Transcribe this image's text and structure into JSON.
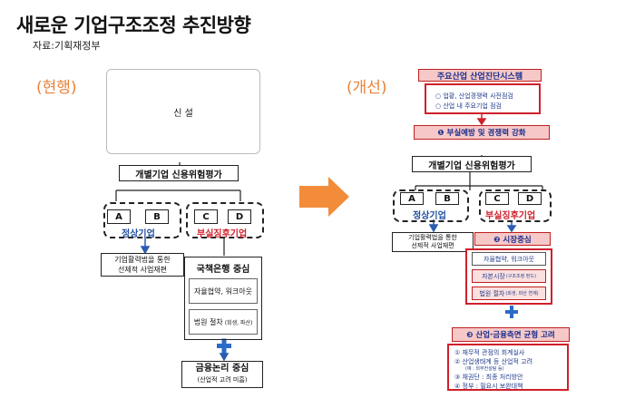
{
  "title": "새로운 기업구조조정 추진방향",
  "source": "자료:기획재정부",
  "current": {
    "label": "(현행)",
    "new_box": "신 설",
    "eval": "개별기업 신용위험평가",
    "a": "A",
    "b": "B",
    "c": "C",
    "d": "D",
    "normal": "정상기업",
    "insolvent": "부실징후기업",
    "normal_result": [
      "기업활력법을 통한",
      "선제적 사업재편"
    ],
    "bank": "국책은행 중심",
    "workout": "자율협약, 워크아웃",
    "court_main": "법원 절차",
    "court_sub": "(회생, 파산)",
    "plus": "✚",
    "finance": "금융논리 중심",
    "finance_sub": "(산업적 고려 미흡)"
  },
  "improved": {
    "label": "(개선)",
    "system_title": "주요산업 산업진단시스템",
    "system_items": [
      "○ 업황, 산업경쟁력 사전점검",
      "○ 산업 내 주요기업 점검"
    ],
    "step1": "❶ 부실예방 및 경쟁력 강화",
    "eval": "개별기업 신용위험평가",
    "a": "A",
    "b": "B",
    "c": "C",
    "d": "D",
    "normal": "정상기업",
    "insolvent": "부실징후기업",
    "normal_result": [
      "기업활력법을 통한",
      "선제적 사업재편"
    ],
    "step2": "❷ 시장중심",
    "market_items": [
      "자율협약, 워크아웃",
      "자본시장",
      "법원 절차"
    ],
    "market_subs": [
      "",
      "(구조조정 펀드)",
      "(회생, 파산 연계)"
    ],
    "plus": "✚",
    "step3": "❸ 산업·금융측면 균형 고려",
    "balance_items": [
      "① 재무적 관점의 회계실사",
      "② 산업생태계 등 산업적 고려",
      "(예 : 외부컨설팅 등)",
      "③ 채권단 : 최종 처리방안",
      "④ 정부 : 필요시 보완대책"
    ]
  },
  "colors": {
    "accent_orange": "#e8833a",
    "arrow_orange": "#f28c38",
    "red": "#d0202a",
    "blue": "#1f4e9c",
    "pink": "#f6c8c8"
  }
}
